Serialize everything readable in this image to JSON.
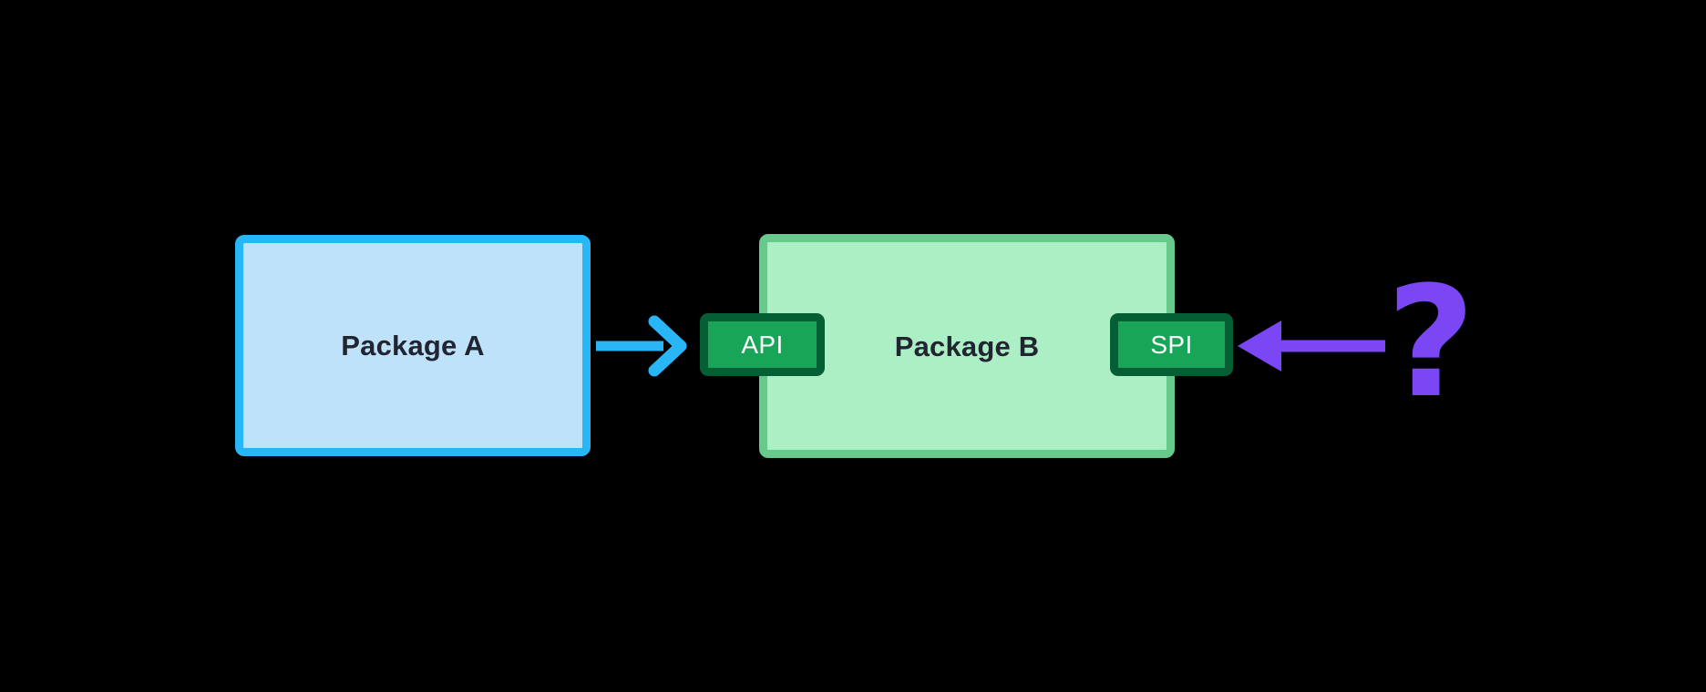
{
  "diagram": {
    "title": "Package A to Package B API / SPI dependency",
    "background_color": "#000000",
    "nodes": {
      "package_a": {
        "label": "Package A",
        "fill_color": "#BFE2FB",
        "border_color": "#28B6F6",
        "text_color": "#202531"
      },
      "package_b": {
        "label": "Package B",
        "fill_color": "#ADEFC4",
        "border_color": "#68C98C",
        "text_color": "#202531"
      },
      "api_badge": {
        "label": "API",
        "fill_color": "#19A558",
        "border_color": "#045F34",
        "text_color": "#FFFFFF"
      },
      "spi_badge": {
        "label": "SPI",
        "fill_color": "#19A558",
        "border_color": "#045F34",
        "text_color": "#FFFFFF"
      },
      "unknown_provider": {
        "label": "?",
        "color": "#7B47F5"
      }
    },
    "edges": [
      {
        "name": "package-a-calls-api",
        "from": "package_a",
        "to": "api_badge",
        "label": "",
        "color": "#28B6F6",
        "head_style": "open-chevron",
        "direction": "right"
      },
      {
        "name": "unknown-implements-spi",
        "from": "unknown_provider",
        "to": "spi_badge",
        "label": "",
        "color": "#7B47F5",
        "head_style": "filled-triangle",
        "direction": "left"
      }
    ]
  }
}
